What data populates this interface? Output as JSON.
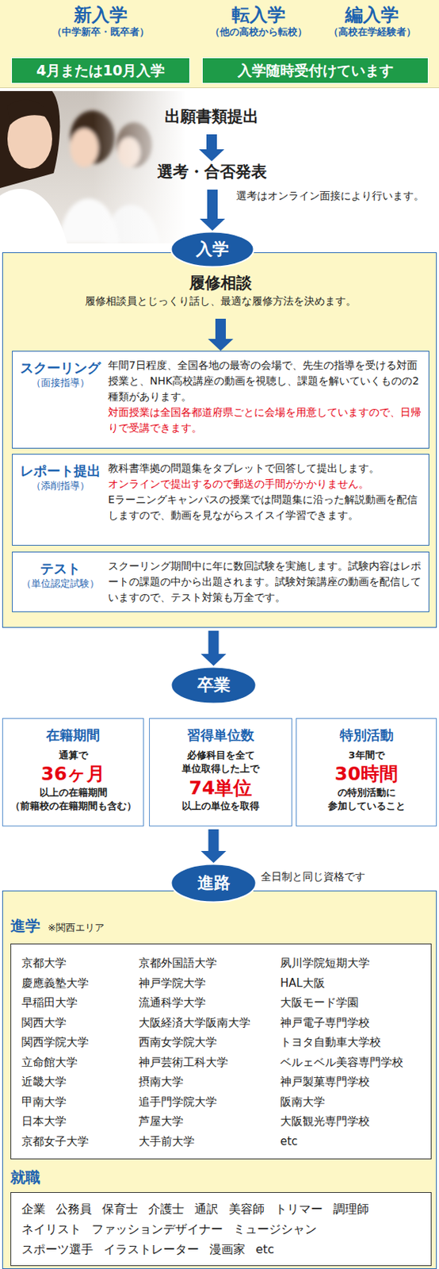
{
  "diagram": {
    "nodes": [
      {
        "text": []
      },
      {
        "text": [
          "新入学",
          "（中学新卒・既卒者）",
          "4月または10月入学"
        ],
        "in": 0
      },
      {
        "text": [
          "転入学",
          "（他の高校から転校）",
          "編入学",
          "（高校在学経験者）",
          "入学随時受付けています"
        ],
        "in": 0
      },
      {
        "text": [
          "出願書類提出"
        ]
      },
      {
        "text": [
          "選考・合否発表"
        ]
      },
      {
        "text": [
          "入学"
        ]
      },
      {
        "text": []
      },
      {
        "text": [
          "履修相談",
          "履修相談員とじっくり話し、最適な履修方法を決めます。"
        ],
        "in": 6
      },
      {
        "text": [
          "スクーリング",
          "（面接指導）",
          "年間7日程度、全国各地の最寄の会場で、先生の指導を受ける対面授業と、NHK高校講座の動画を視聴し、課題を解いていくものの2種類があります。",
          "対面授業は全国各都道府県ごとに会場を用意していますので、日帰りで受講できます。"
        ],
        "in": 6
      },
      {
        "text": [
          "レポート提出",
          "（添削指導）",
          "教科書準拠の問題集をタブレットで回答して提出します。",
          "オンラインで提出するので郵送の手間がかかりません。",
          "Eラーニングキャンパスの授業では問題集に沿った解説動画を配信しますので、動画を見ながらスイスイ学習できます。"
        ],
        "in": 6
      },
      {
        "text": [
          "テスト",
          "（単位認定試験）",
          "スクーリング期間中に年に数回試験を実施します。試験内容はレポートの課題の中から出題されます。試験対策講座の動画を配信していますので、テスト対策も万全です。"
        ],
        "in": 6
      },
      {
        "text": [
          "卒業"
        ]
      },
      {
        "text": [
          "在籍期間",
          "通算で",
          "36ヶ月",
          "以上の在籍期間",
          "（前籍校の在籍期間も含む）"
        ]
      },
      {
        "text": [
          "習得単位数",
          "必修科目を全て",
          "単位取得した上で",
          "74単位",
          "以上の単位を取得"
        ]
      },
      {
        "text": [
          "特別活動",
          "3年間で",
          "30時間",
          "の特別活動に",
          "参加していること"
        ]
      },
      {
        "text": [
          "進路"
        ]
      },
      {
        "text": []
      },
      {
        "text": [
          "進学",
          "※関西エリア",
          "京都大学",
          "慶應義塾大学",
          "早稲田大学",
          "関西大学",
          "関西学院大学",
          "立命館大学",
          "近畿大学",
          "甲南大学",
          "日本大学",
          "京都女子大学",
          "京都外国語大学",
          "神戸学院大学",
          "流通科学大学",
          "大阪経済大学阪南大学",
          "西南女学院大学",
          "神戸芸術工科大学",
          "摂南大学",
          "追手門学院大学",
          "芦屋大学",
          "大手前大学",
          "夙川学院短期大学",
          "HAL大阪",
          "大阪モード学園",
          "神戸電子専門学校",
          "トヨタ自動車大学校",
          "ベルェベル美容専門学校",
          "神戸製菓専門学校",
          "阪南大学",
          "大阪観光専門学校",
          "etc"
        ],
        "in": 16
      },
      {
        "text": [
          "就職",
          "企業",
          "公務員",
          "保育士",
          "介護士",
          "通訳",
          "美容師",
          "トリマー",
          "調理師",
          "ネイリスト",
          "ファッションデザイナー",
          "ミュージシャン",
          "スポーツ選手",
          "イラストレーター",
          "漫画家",
          "etc"
        ],
        "in": 16
      }
    ],
    "edges": [
      {
        "from": 3,
        "to": 4,
        "arrow": "to"
      },
      {
        "from": 4,
        "to": 5,
        "arrow": "to"
      },
      {
        "from": 7,
        "to": 8,
        "arrow": "to"
      },
      {
        "from": 6,
        "to": 11,
        "arrow": "to"
      },
      {
        "from": 13,
        "to": 15,
        "arrow": "to"
      }
    ],
    "labels": [
      "選考はオンライン面接により行います。",
      "全日制と同じ資格です"
    ]
  }
}
